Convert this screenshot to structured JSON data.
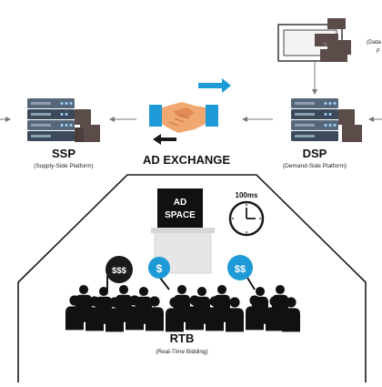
{
  "ssp": {
    "title": "SSP",
    "subtitle": "(Supply-Side Platform)"
  },
  "exchange": {
    "title": "AD EXCHANGE"
  },
  "dsp": {
    "title": "DSP",
    "subtitle": "(Demand-Side Platform)"
  },
  "data": {
    "line1": "(Data",
    "line2": "F"
  },
  "ad_space": {
    "line1": "AD",
    "line2": "SPACE"
  },
  "timer": {
    "label": "100ms"
  },
  "bids": {
    "left": "$$$",
    "center": "$",
    "right": "$$"
  },
  "rtb": {
    "title": "RTB",
    "subtitle": "(Real-Time Bidding)"
  },
  "colors": {
    "server_dark": "#3a4a5a",
    "server_mid": "#56677a",
    "box_brown": "#5b4b49",
    "accent_blue": "#1e9ad6",
    "hand_orange": "#f0a870",
    "dark": "#1a1a1a",
    "podium": "#e6e6e6"
  }
}
